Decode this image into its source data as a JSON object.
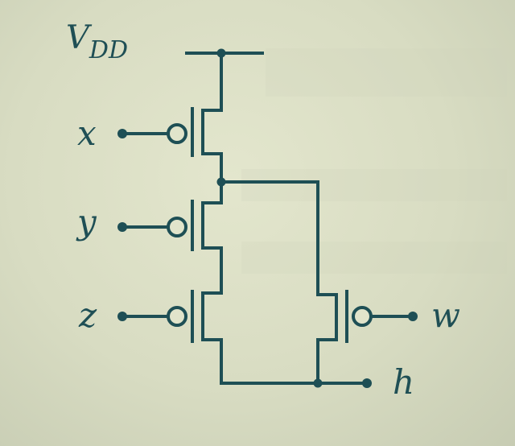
{
  "diagram": {
    "supply_label": "V",
    "supply_subscript": "DD",
    "inputs": [
      {
        "id": "x",
        "label": "x"
      },
      {
        "id": "y",
        "label": "y"
      },
      {
        "id": "z",
        "label": "z"
      },
      {
        "id": "w",
        "label": "w"
      }
    ],
    "output": {
      "id": "h",
      "label": "h"
    }
  }
}
